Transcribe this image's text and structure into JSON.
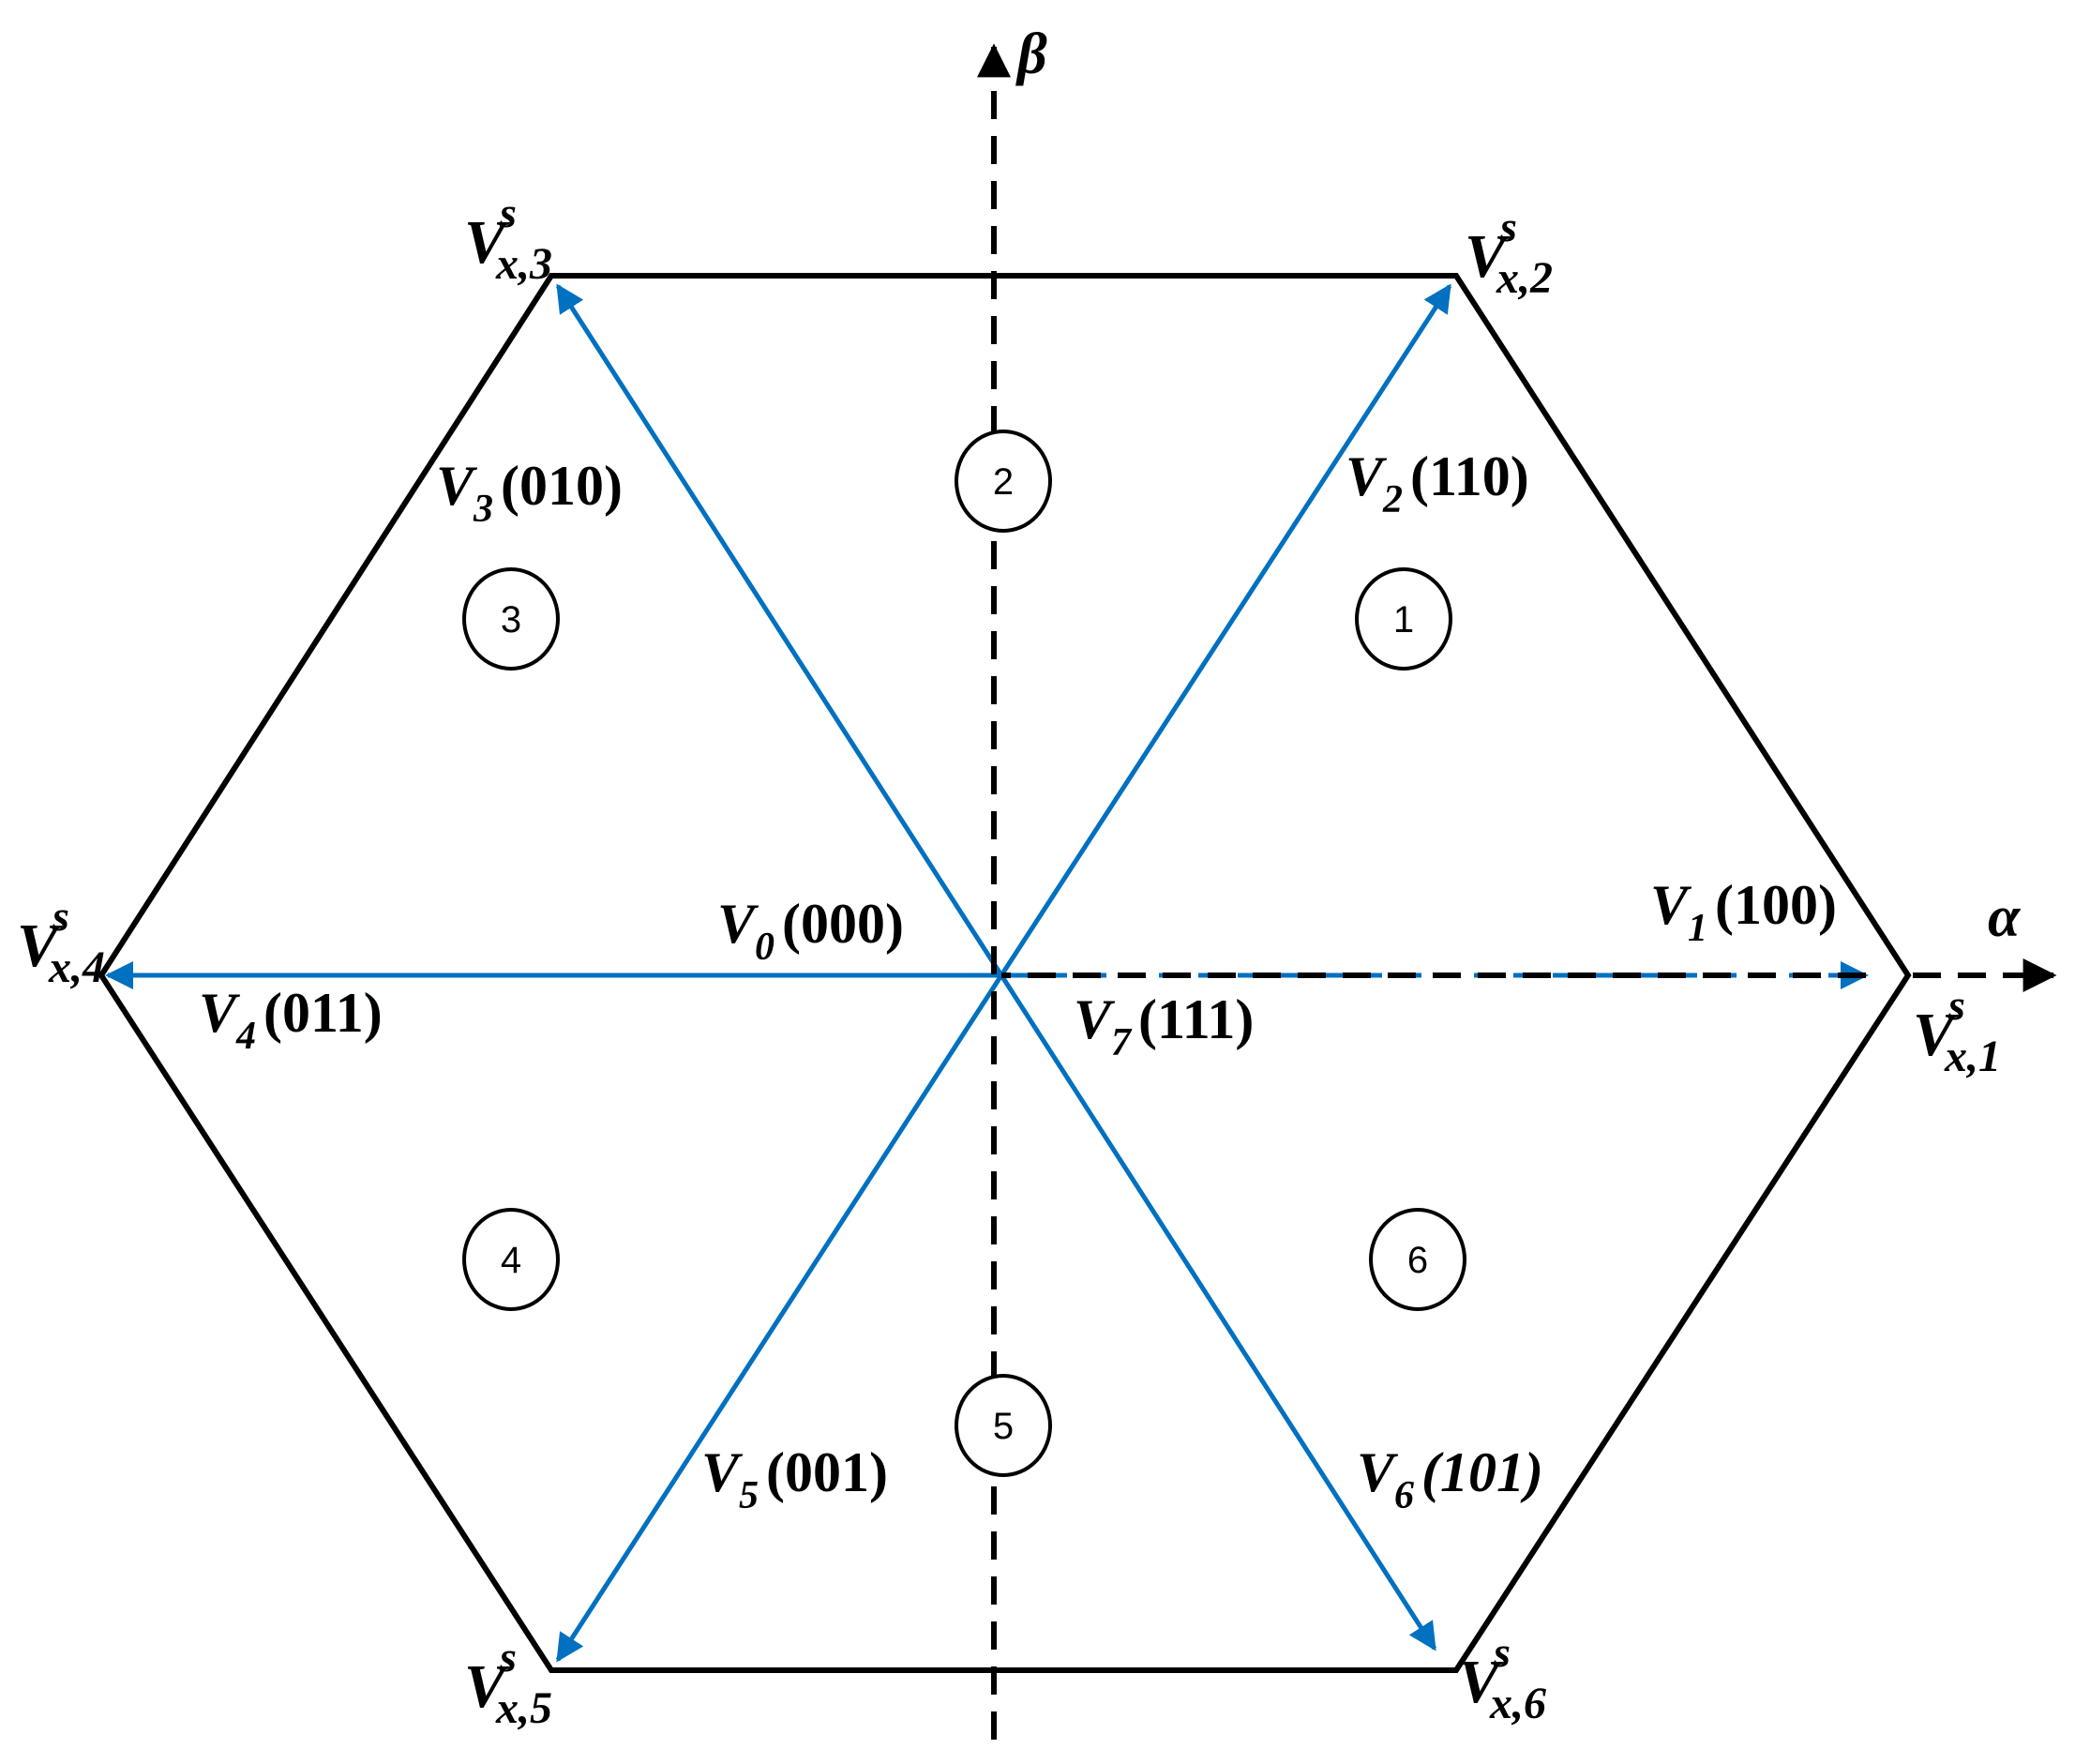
{
  "colors": {
    "outline": "#000000",
    "vector": "#0070C0",
    "background": "#ffffff"
  },
  "axes": {
    "alpha": "α",
    "beta": "β"
  },
  "vertices": [
    {
      "base": "V",
      "sub": "x,1",
      "sup": "s"
    },
    {
      "base": "V",
      "sub": "x,2",
      "sup": "s"
    },
    {
      "base": "V",
      "sub": "x,3",
      "sup": "s"
    },
    {
      "base": "V",
      "sub": "x,4",
      "sup": "s"
    },
    {
      "base": "V",
      "sub": "x,5",
      "sup": "s"
    },
    {
      "base": "V",
      "sub": "x,6",
      "sup": "s"
    }
  ],
  "vectors": [
    {
      "name": "V",
      "sub": "0",
      "code": "(000)"
    },
    {
      "name": "V",
      "sub": "1",
      "code": "(100)"
    },
    {
      "name": "V",
      "sub": "2",
      "code": "(110)"
    },
    {
      "name": "V",
      "sub": "3",
      "code": "(010)"
    },
    {
      "name": "V",
      "sub": "4",
      "code": "(011)"
    },
    {
      "name": "V",
      "sub": "5",
      "code": "(001)"
    },
    {
      "name": "V",
      "sub": "6",
      "code": "(101)"
    },
    {
      "name": "V",
      "sub": "7",
      "code": "(111)"
    }
  ],
  "zones": [
    "1",
    "2",
    "3",
    "4",
    "5",
    "6"
  ]
}
